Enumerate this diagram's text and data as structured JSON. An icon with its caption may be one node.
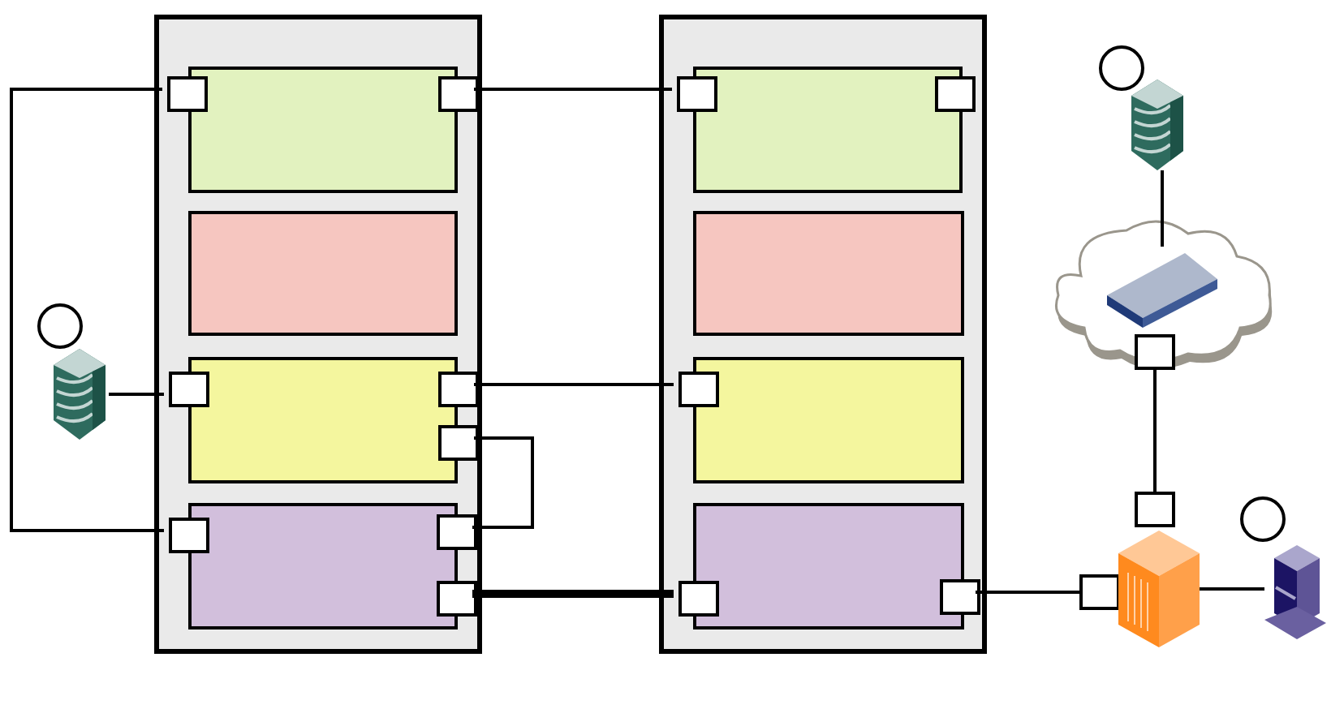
{
  "diagram": {
    "nodes": [
      {
        "text": [],
        "shape": "box"
      },
      {
        "text": [],
        "shape": "box",
        "in": 0
      },
      {
        "text": [],
        "shape": "box",
        "in": 0
      },
      {
        "text": [],
        "shape": "box",
        "in": 0
      },
      {
        "text": [],
        "shape": "box",
        "in": 0
      },
      {
        "text": [],
        "shape": "box",
        "in": 0
      },
      {
        "text": [],
        "shape": "box",
        "in": 0
      },
      {
        "text": [],
        "shape": "box",
        "in": 0
      },
      {
        "text": [],
        "shape": "box",
        "in": 0
      },
      {
        "text": [],
        "shape": "box",
        "in": 0
      },
      {
        "text": [],
        "shape": "box",
        "in": 0
      },
      {
        "text": [],
        "shape": "box",
        "in": 0
      },
      {
        "text": [],
        "shape": "box",
        "in": 0
      },
      {
        "text": [],
        "shape": "box"
      },
      {
        "text": [],
        "shape": "box",
        "in": 13
      },
      {
        "text": [],
        "shape": "box",
        "in": 13
      },
      {
        "text": [],
        "shape": "box",
        "in": 13
      },
      {
        "text": [],
        "shape": "box",
        "in": 13
      },
      {
        "text": [],
        "shape": "box",
        "in": 13
      },
      {
        "text": [],
        "shape": "box",
        "in": 13
      },
      {
        "text": [],
        "shape": "box",
        "in": 13
      },
      {
        "text": [],
        "shape": "box",
        "in": 13
      },
      {
        "text": [],
        "shape": "box",
        "in": 13
      },
      {
        "text": [],
        "shape": "circle"
      },
      {
        "text": [],
        "shape": "picture"
      },
      {
        "text": [],
        "shape": "circle"
      },
      {
        "text": [],
        "shape": "picture"
      },
      {
        "text": [],
        "shape": "cloud"
      },
      {
        "text": [],
        "shape": "picture",
        "in": 27
      },
      {
        "text": [],
        "shape": "box",
        "in": 27
      },
      {
        "text": [],
        "shape": "box"
      },
      {
        "text": [],
        "shape": "box"
      },
      {
        "text": [],
        "shape": "picture"
      },
      {
        "text": [],
        "shape": "circle"
      },
      {
        "text": [],
        "shape": "picture"
      }
    ],
    "edges": [
      {
        "from": 2,
        "to": 10,
        "arrow": "none"
      },
      {
        "from": 3,
        "to": 15,
        "arrow": "none"
      },
      {
        "from": 24,
        "to": 6,
        "arrow": "none"
      },
      {
        "from": 7,
        "to": 19,
        "arrow": "none"
      },
      {
        "from": 8,
        "to": 11,
        "arrow": "none"
      },
      {
        "from": 12,
        "to": 21,
        "arrow": "none",
        "style": "thick"
      },
      {
        "from": 26,
        "to": 28,
        "arrow": "none"
      },
      {
        "from": 29,
        "to": 30,
        "arrow": "none"
      },
      {
        "from": 22,
        "to": 31,
        "arrow": "none"
      },
      {
        "from": 32,
        "to": 34,
        "arrow": "none"
      }
    ]
  }
}
